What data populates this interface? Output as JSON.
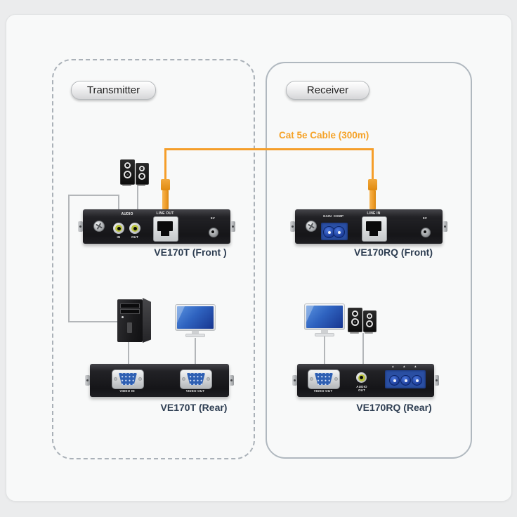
{
  "panels": {
    "transmitter": {
      "label": "Transmitter"
    },
    "receiver": {
      "label": "Receiver"
    }
  },
  "cable": {
    "label": "Cat 5e Cable (300m)"
  },
  "devices": {
    "tx_front": {
      "title": "VE170T (Front )",
      "audio": "AUDIO",
      "in": "IN",
      "out": "OUT",
      "rj45": "LINE OUT",
      "power": "5V"
    },
    "rx_front": {
      "title": "VE170RQ (Front)",
      "gain": "GAIN",
      "comp": "COMP",
      "rj45": "LINE IN",
      "power": "5V"
    },
    "tx_rear": {
      "title": "VE170T (Rear)",
      "video_in": "VIDEO IN",
      "video_out": "VIDEO OUT"
    },
    "rx_rear": {
      "title": "VE170RQ (Rear)",
      "video_out": "VIDEO OUT",
      "audio_line1": "AUDIO",
      "audio_line2": "OUT"
    }
  },
  "icons": {
    "knob_marker": "▲"
  },
  "colors": {
    "cable_orange": "#F59E2A",
    "device_label": "#2E3E52",
    "panel_border": "#AEB6BD",
    "vga_blue": "#2E5FB2",
    "knob_blue": "#2A4FA3"
  }
}
